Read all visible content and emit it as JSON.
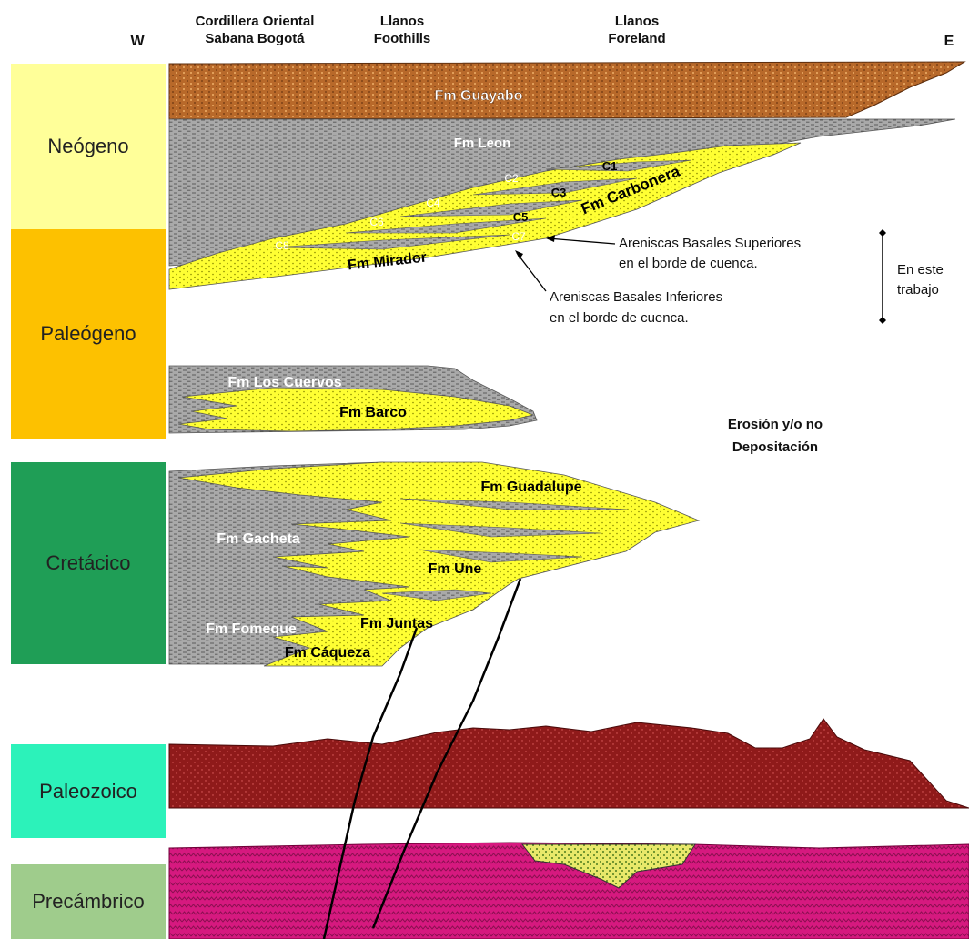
{
  "header": {
    "west": "W",
    "east": "E",
    "col1_line1": "Cordillera Oriental",
    "col1_line2": "Sabana Bogotá",
    "col2_line1": "Llanos",
    "col2_line2": "Foothills",
    "col3_line1": "Llanos",
    "col3_line2": "Foreland"
  },
  "eras": [
    {
      "label": "Neógeno",
      "color": "#ffff99"
    },
    {
      "label": "Paleógeno",
      "color": "#fdc100"
    },
    {
      "label": "Cretácico",
      "color": "#1f9e56"
    },
    {
      "label": "Paleozoico",
      "color": "#2cf2ba"
    },
    {
      "label": "Precámbrico",
      "color": "#9fcc8c"
    }
  ],
  "formations": {
    "guayabo": "Fm Guayabo",
    "leon": "Fm Leon",
    "carbonera": "Fm Carbonera",
    "mirador": "Fm Mirador",
    "c1": "C1",
    "c2": "C2",
    "c3": "C3",
    "c4": "C4",
    "c5": "C5",
    "c6": "C6",
    "c7": "C7",
    "c8": "C8",
    "los_cuervos": "Fm Los Cuervos",
    "barco": "Fm Barco",
    "guadalupe": "Fm Guadalupe",
    "gacheta": "Fm Gacheta",
    "une": "Fm Une",
    "fomeque": "Fm Fomeque",
    "juntas": "Fm Juntas",
    "caqueza": "Fm Cáqueza"
  },
  "annotations": {
    "superiores_1": "Areniscas Basales Superiores",
    "superiores_2": "en el borde de cuenca.",
    "inferiores_1": "Areniscas Basales Inferiores",
    "inferiores_2": "en el borde de cuenca.",
    "este_trabajo_1": "En este",
    "este_trabajo_2": "trabajo",
    "erosion_1": "Erosión y/o no",
    "erosion_2": "Depositación"
  },
  "colors": {
    "sandstone": "#ffff33",
    "shale": "#a9a9a9",
    "guayabo": "#b8692a",
    "paleozoic": "#8f1a1a",
    "precambrian": "#d6197f"
  }
}
